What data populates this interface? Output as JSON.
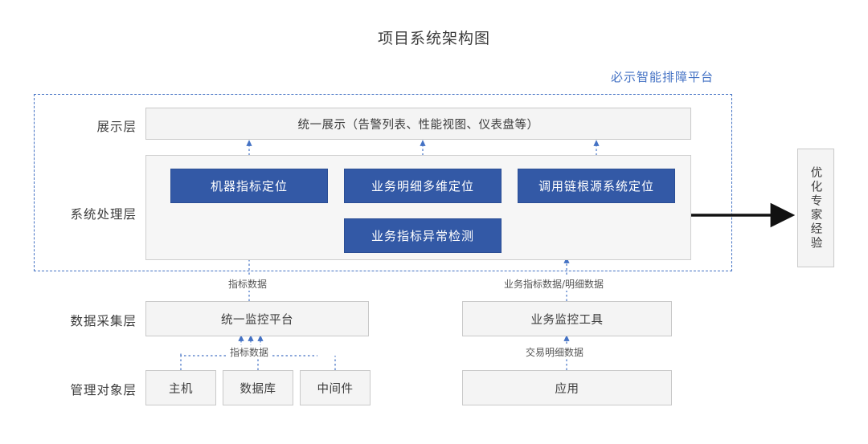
{
  "title": "项目系统架构图",
  "platform": {
    "badge": "必示智能排障平台"
  },
  "layers": [
    {
      "key": "presentation",
      "label": "展示层"
    },
    {
      "key": "processing",
      "label": "系统处理层"
    },
    {
      "key": "collection",
      "label": "数据采集层"
    },
    {
      "key": "management",
      "label": "管理对象层"
    }
  ],
  "presentation": {
    "box_label": "统一展示（告警列表、性能视图、仪表盘等）"
  },
  "processing": {
    "modules": [
      {
        "id": "machine",
        "label": "机器指标定位"
      },
      {
        "id": "biz_multi",
        "label": "业务明细多维定位"
      },
      {
        "id": "trace_root",
        "label": "调用链根源系统定位"
      },
      {
        "id": "anomaly",
        "label": "业务指标异常检测"
      }
    ]
  },
  "collection": {
    "boxes": [
      {
        "id": "unified_monitor",
        "label": "统一监控平台"
      },
      {
        "id": "biz_monitor",
        "label": "业务监控工具"
      }
    ]
  },
  "management": {
    "boxes": [
      {
        "id": "host",
        "label": "主机"
      },
      {
        "id": "database",
        "label": "数据库"
      },
      {
        "id": "middleware",
        "label": "中间件"
      },
      {
        "id": "application",
        "label": "应用"
      }
    ]
  },
  "expert": {
    "label": "优化专家经验"
  },
  "connector_labels": {
    "metric_to_processing": "指标数据",
    "biz_to_processing": "业务指标数据/明细数据",
    "metric_to_collection": "指标数据",
    "trade_to_collection": "交易明细数据"
  },
  "colors": {
    "accent_blue": "#3359a6",
    "boundary_blue": "#4472c4",
    "panel_gray": "#f6f6f6",
    "box_gray": "#f4f4f4",
    "border_gray": "#c9c9c9",
    "arrow_black": "#111111"
  }
}
